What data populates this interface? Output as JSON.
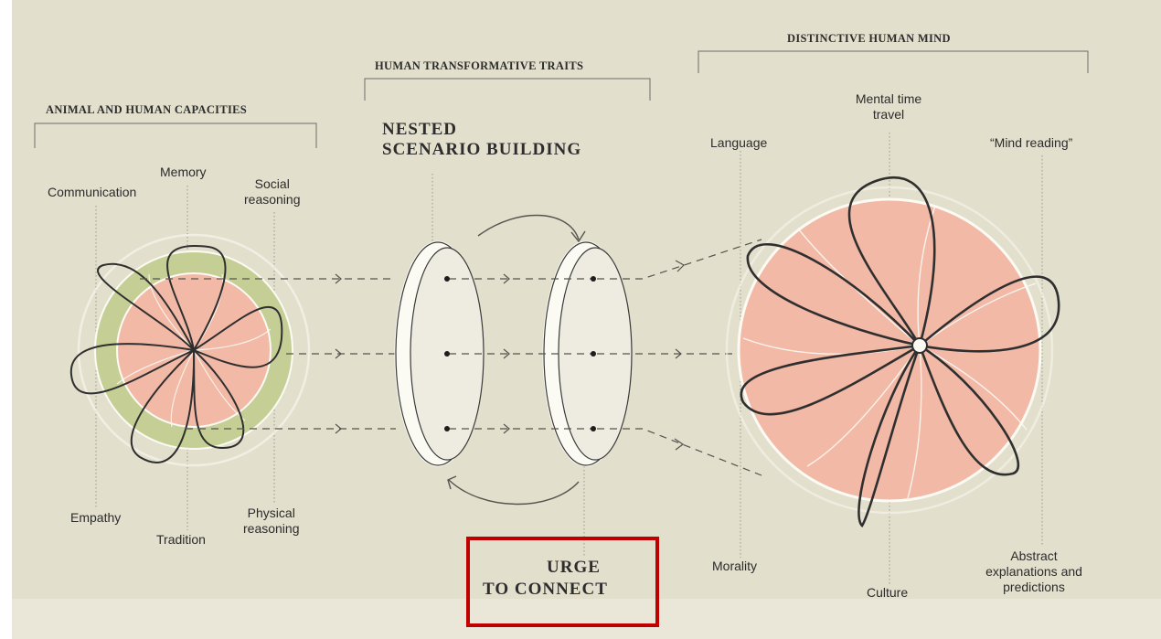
{
  "sections": {
    "animal_human": "ANIMAL AND HUMAN CAPACITIES",
    "transformative": "HUMAN TRANSFORMATIVE TRAITS",
    "distinctive": "DISTINCTIVE HUMAN MIND"
  },
  "left_labels": {
    "communication": "Communication",
    "memory": "Memory",
    "social_reasoning": "Social\nreasoning",
    "empathy": "Empathy",
    "tradition": "Tradition",
    "physical_reasoning": "Physical\nreasoning"
  },
  "middle_labels": {
    "nested": "NESTED\nSCENARIO BUILDING",
    "urge": "URGE",
    "to_connect": "TO CONNECT"
  },
  "right_labels": {
    "language": "Language",
    "mental_time_travel": "Mental time\ntravel",
    "mind_reading": "“Mind reading”",
    "morality": "Morality",
    "culture": "Culture",
    "abstract": "Abstract\nexplanations and\npredictions"
  },
  "colors": {
    "background": "#e3dfcd",
    "green_ring": "#c5cf95",
    "pink_fill": "#f2b9a7",
    "highlight": "#c00000",
    "ink": "#2d2d2d"
  }
}
